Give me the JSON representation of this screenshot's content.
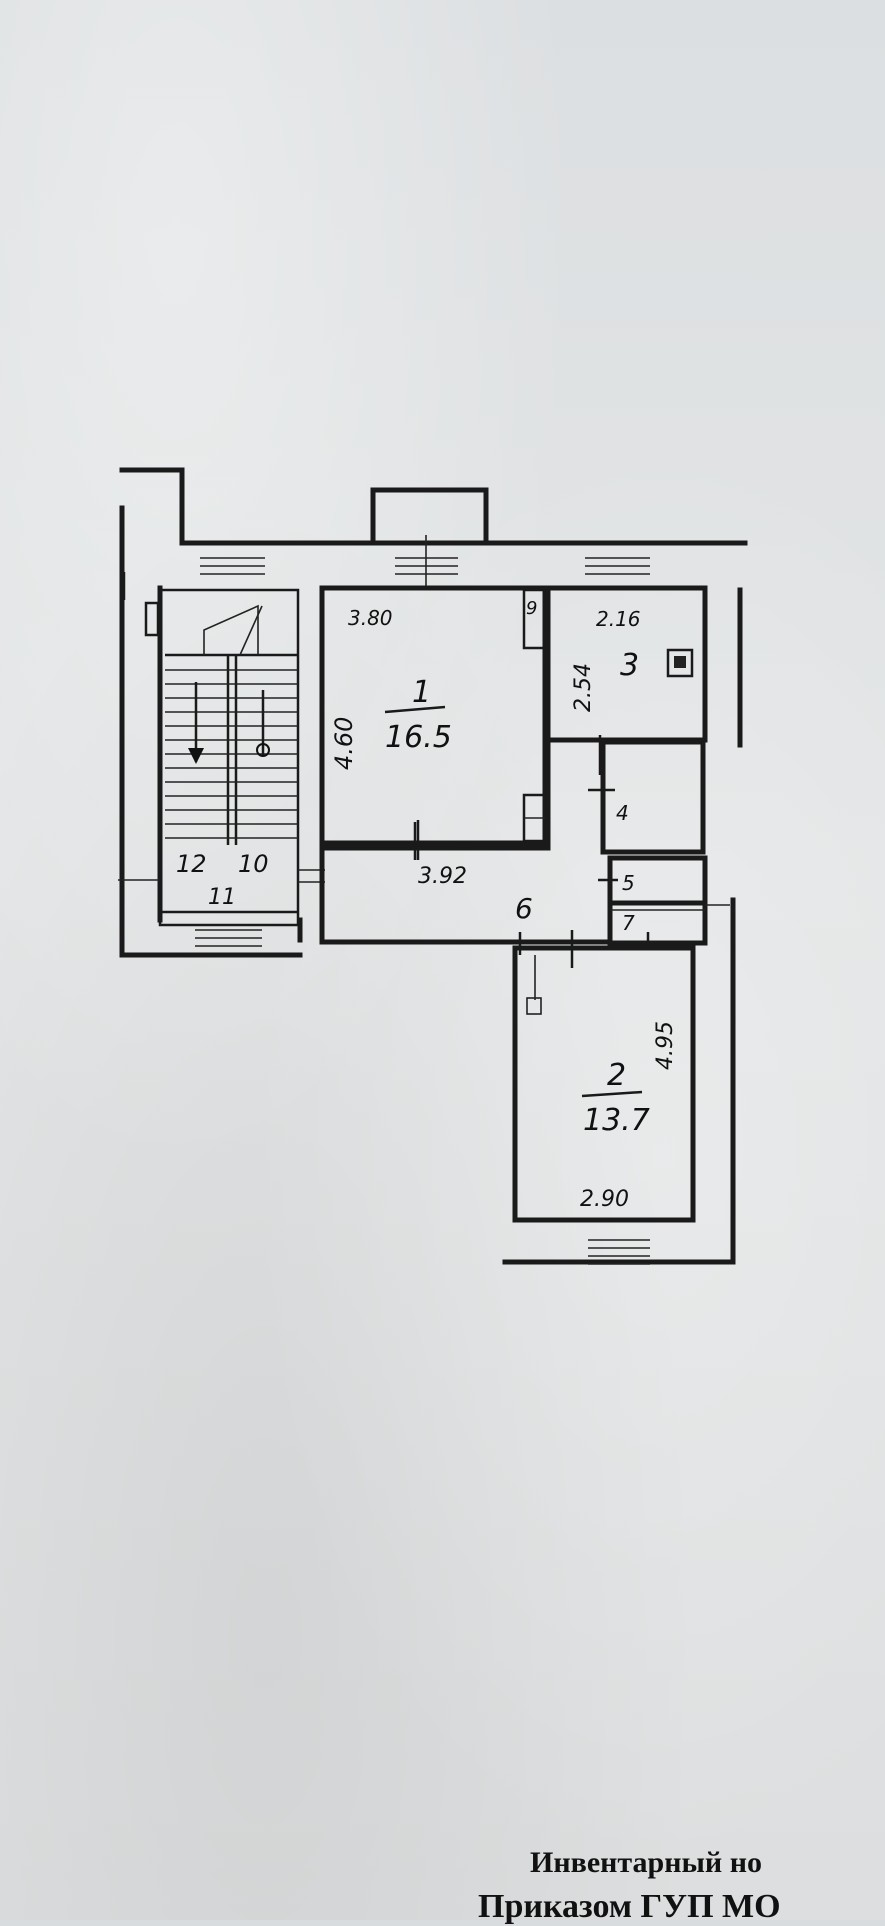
{
  "floor_plan": {
    "rooms": [
      {
        "number": "1",
        "area": "16.5",
        "dim_width": "3.80",
        "dim_height": "4.60"
      },
      {
        "number": "2",
        "area": "13.7",
        "dim_width": "2.90",
        "dim_height": "4.95"
      },
      {
        "number": "3",
        "dim_width": "2.16",
        "dim_height": "2.54"
      },
      {
        "number": "4"
      },
      {
        "number": "5"
      },
      {
        "number": "6",
        "dim_width": "3.92"
      },
      {
        "number": "7"
      },
      {
        "number": "9"
      }
    ],
    "stair_labels": [
      "12",
      "10",
      "11"
    ]
  },
  "footer": {
    "line1": "Инвентарный но",
    "line2": "Приказом ГУП МО"
  }
}
